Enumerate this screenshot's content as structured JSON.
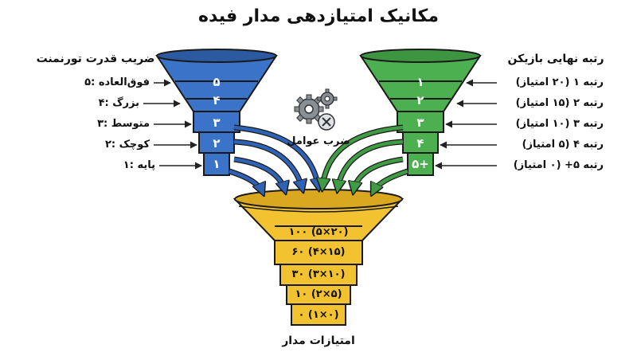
{
  "title": "مکانیک امتیازدهی مدار فیده",
  "left_funnel": {
    "heading": "ضریب قدرت تورنمنت",
    "color": "#3b73c8",
    "bands": [
      "۵",
      "۴",
      "۳",
      "۲",
      "۱"
    ],
    "labels": [
      "۵: فوق‌العاده",
      "۴: بزرگ",
      "۳: متوسط",
      "۲: کوچک",
      "۱: پایه"
    ]
  },
  "right_funnel": {
    "heading": "رتبه نهایی بازیکن",
    "color": "#4caf50",
    "bands": [
      "۱",
      "۲",
      "۳",
      "۴",
      "۵+"
    ],
    "labels": [
      "رتبه ۱ (۲۰ امتیاز)",
      "رتبه ۲ (۱۵ امتیاز)",
      "رتبه ۳ (۱۰ امتیاز)",
      "رتبه ۴ (۵ امتیاز)",
      "رتبه ۵+ (۰ امتیاز)"
    ]
  },
  "center": {
    "label": "ضرب عوامل",
    "icons": [
      "gears-icon",
      "multiply-icon"
    ]
  },
  "bottom_funnel": {
    "color": "#f2c230",
    "bands": [
      "۱۰۰ (۵×۲۰)",
      "۶۰ (۴×۱۵)",
      "۳۰ (۳×۱۰)",
      "۱۰ (۲×۵)",
      "۰ (۱×۰)"
    ],
    "caption": "امتیازات مدار"
  }
}
